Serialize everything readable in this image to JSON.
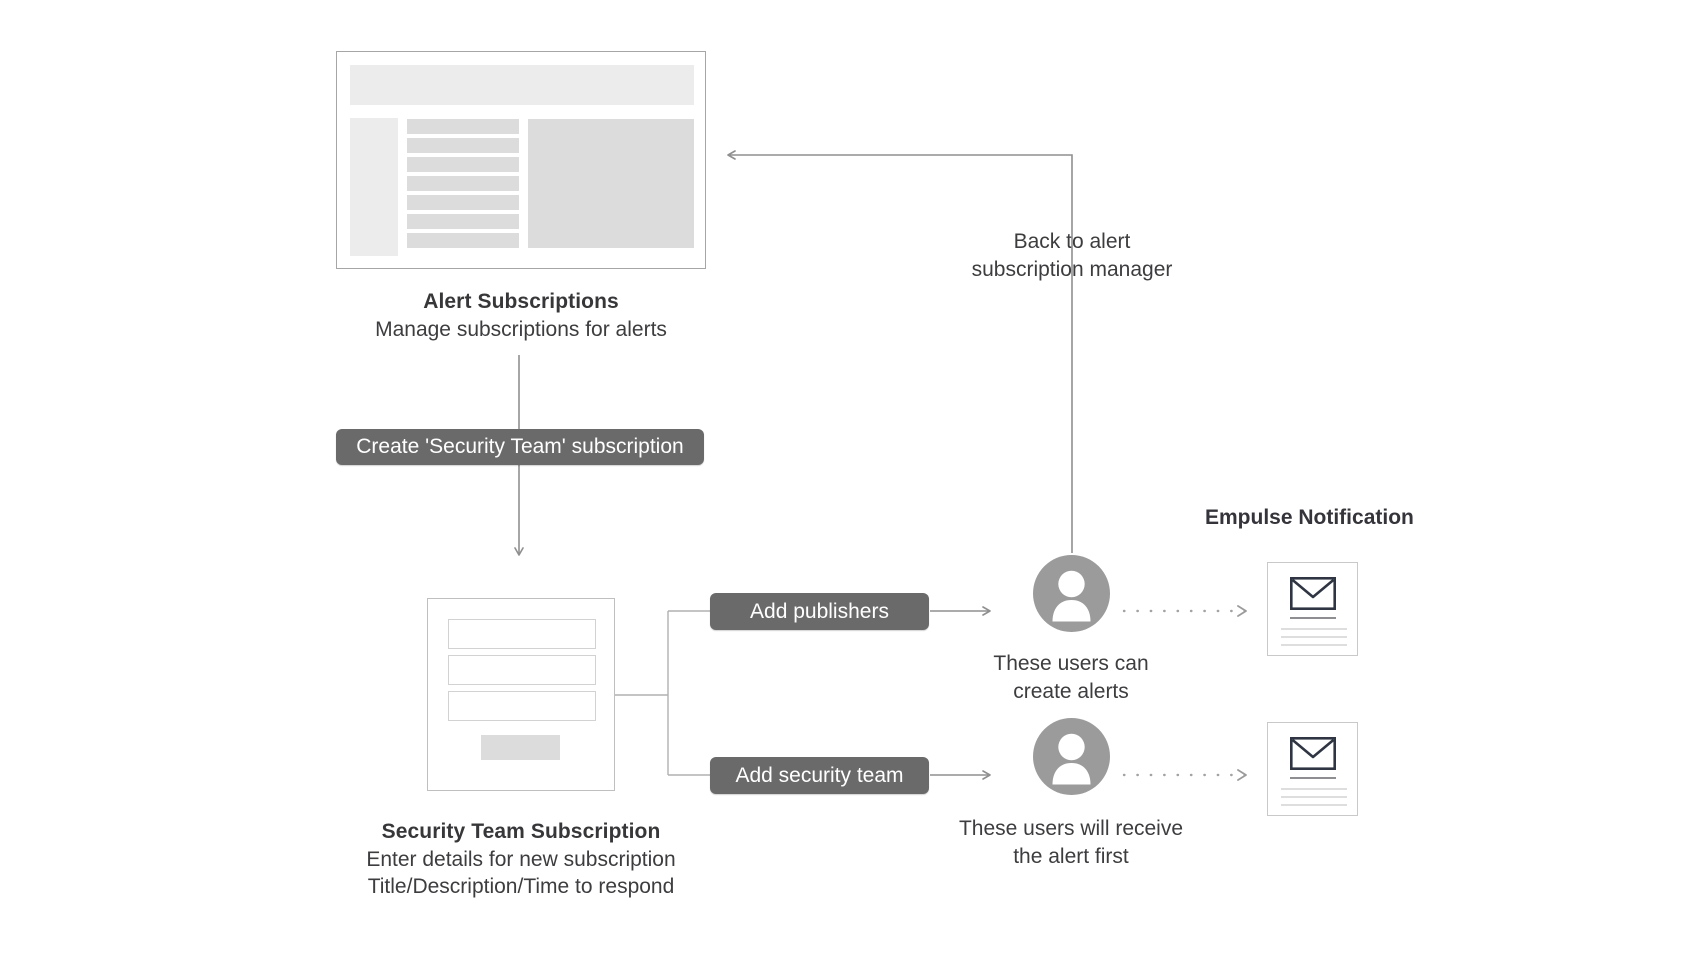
{
  "diagram": {
    "title_empulse": "Empulse Notification",
    "nodes": {
      "alert_subscriptions": {
        "title": "Alert Subscriptions",
        "subtitle": "Manage subscriptions for alerts"
      },
      "security_team_subscription": {
        "title": "Security Team Subscription",
        "subtitle_line1": "Enter details for new subscription",
        "subtitle_line2": "Title/Description/Time to respond"
      },
      "publishers_user": {
        "line1": "These users can",
        "line2": "create alerts"
      },
      "security_user": {
        "line1": "These users will receive",
        "line2": "the alert first"
      }
    },
    "edge_labels": {
      "create_subscription": "Create 'Security Team' subscription",
      "add_publishers": "Add publishers",
      "add_security_team": "Add security team",
      "back_to_manager_line1": "Back to alert",
      "back_to_manager_line2": "subscription manager"
    },
    "icons": {
      "publishers_avatar": "user-avatar-icon",
      "security_avatar": "user-avatar-icon",
      "publishers_envelope": "envelope-icon",
      "security_envelope": "envelope-icon"
    },
    "colors": {
      "pill_background": "#6a6a6a",
      "pill_text": "#ffffff",
      "avatar_background": "#9b9b9b",
      "connector": "#8f8f8f",
      "mock_fill": "#dcdcdc",
      "mock_header": "#ececec",
      "text": "#3b3b3d",
      "envelope_stroke": "#2f3542",
      "page_background": "#ffffff"
    }
  }
}
